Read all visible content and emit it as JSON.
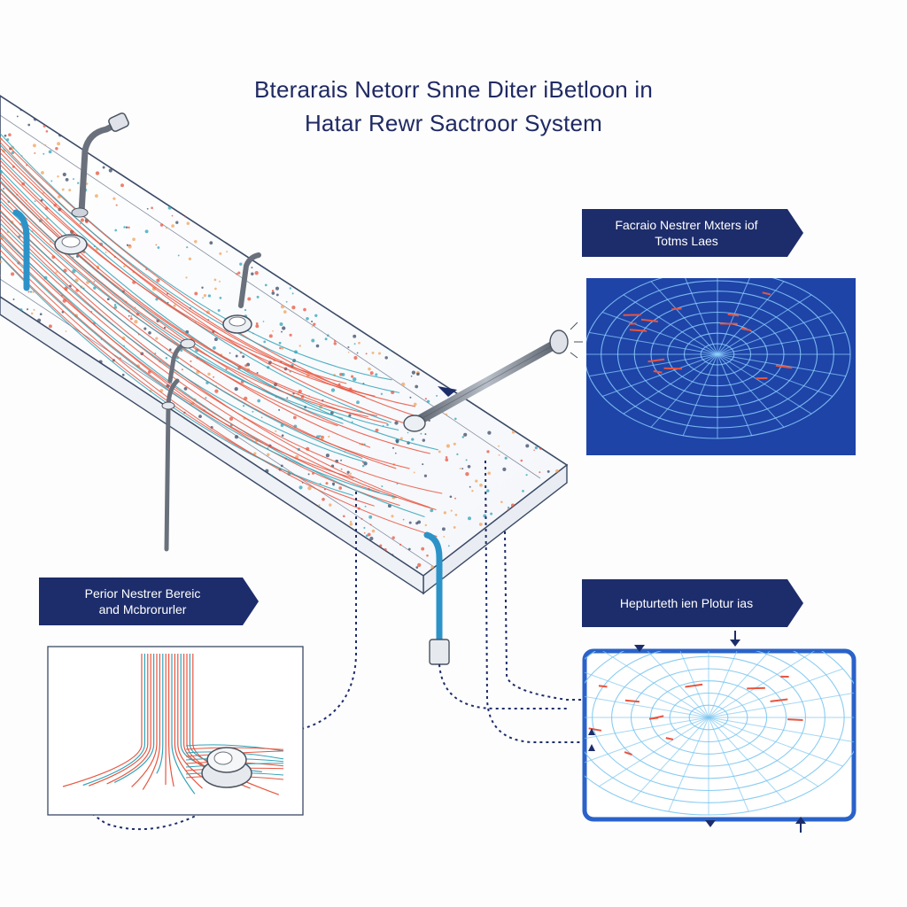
{
  "title": {
    "line1": "Bterarais Netorr Snne Diter iBetloon in",
    "line2": "Hatar Rewr Sactroor System"
  },
  "labels": {
    "top_right": {
      "line1": "Facraio Nestrer Mxters iof",
      "line2": "Totms Laes"
    },
    "bottom_left": {
      "line1": "Perior Nestrer Bereic",
      "line2": "and Mcbrorurler"
    },
    "bottom_right": {
      "line1": "Hepturteth ien Plotur ias"
    }
  },
  "icons": [
    "sensor-cap-icon",
    "pipe-icon",
    "arrow-icon"
  ],
  "colors": {
    "navy": "#1d2d6b",
    "panel_blue": "#1e44a8",
    "fiber_red": "#e8553f",
    "fiber_teal": "#2fa3b8",
    "dot_orange": "#f0a35c",
    "mesh_cyan": "#8fd3ff"
  }
}
